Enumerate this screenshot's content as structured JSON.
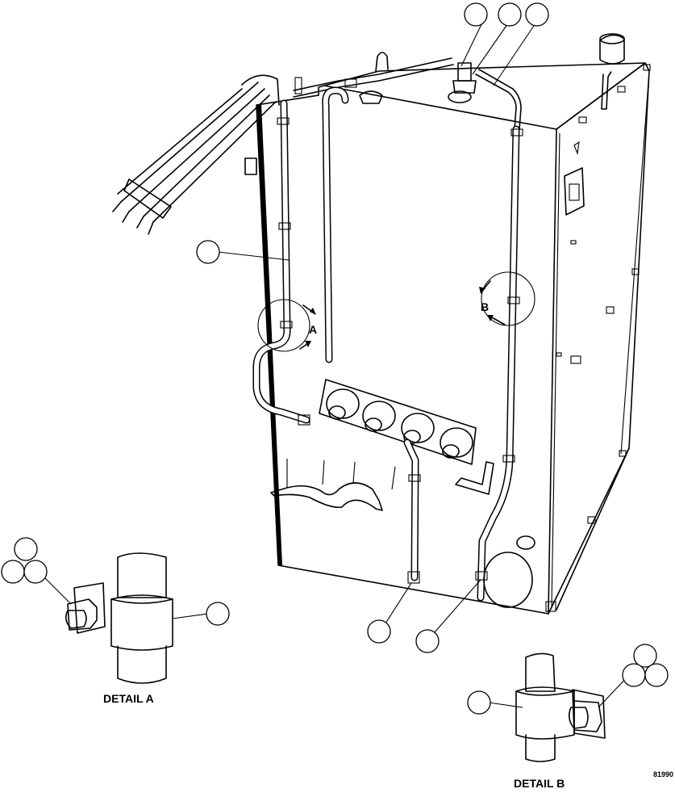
{
  "figure_id": "81990",
  "detail_labels": {
    "a": "DETAIL A",
    "b": "DETAIL B"
  },
  "view_markers": {
    "a": "A",
    "b": "B"
  },
  "colors": {
    "line": "#000000",
    "background": "#ffffff"
  }
}
